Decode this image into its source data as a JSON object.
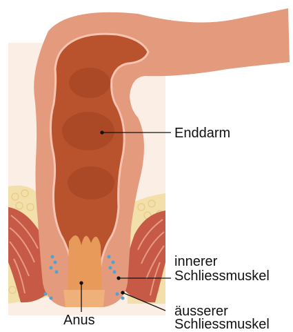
{
  "labels": {
    "rectum": "Enddarm",
    "inner_sphincter_line1": "innerer",
    "inner_sphincter_line2": "Schliessmuskel",
    "anus": "Anus",
    "outer_sphincter_line1": "äusserer",
    "outer_sphincter_line2": "Schliessmuskel"
  },
  "colors": {
    "background_panel": "#fbeee4",
    "outer_wall": "#e49a7c",
    "inner_wall_line": "#f8c3b0",
    "lumen": "#b9532e",
    "lumen_dark": "#9c3d1f",
    "fat": "#f3dfaa",
    "fat_cells": "#e9c985",
    "muscle": "#c75a47",
    "muscle_stripes": "#e79a86",
    "inner_sphincter_dots": "#4da3d6",
    "anal_canal": "#e79a5a",
    "leader_lines": "#111111"
  }
}
